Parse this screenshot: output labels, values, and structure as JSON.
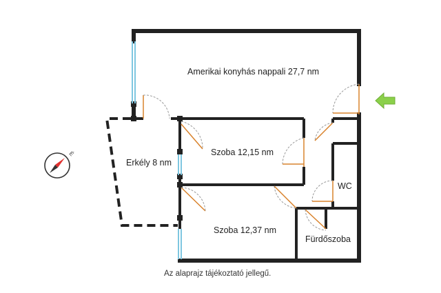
{
  "floorplan": {
    "rooms": {
      "living": "Amerikai konyhás nappali 27,7 nm",
      "balcony": "Erkély 8 nm",
      "room1": "Szoba 12,15 nm",
      "room2": "Szoba 12,37 nm",
      "wc": "WC",
      "bathroom": "Fürdőszoba"
    },
    "disclaimer": "Az alaprajz tájékoztató jellegű.",
    "compass_letter": "É"
  },
  "colors": {
    "wall": "#222222",
    "door": "#d9822b",
    "window": "#7ec6e0",
    "entrance_arrow": "#8bd04a",
    "compass_needle": "#e0312f"
  },
  "icons": {
    "compass": "compass-icon",
    "entrance": "entrance-arrow-icon"
  }
}
